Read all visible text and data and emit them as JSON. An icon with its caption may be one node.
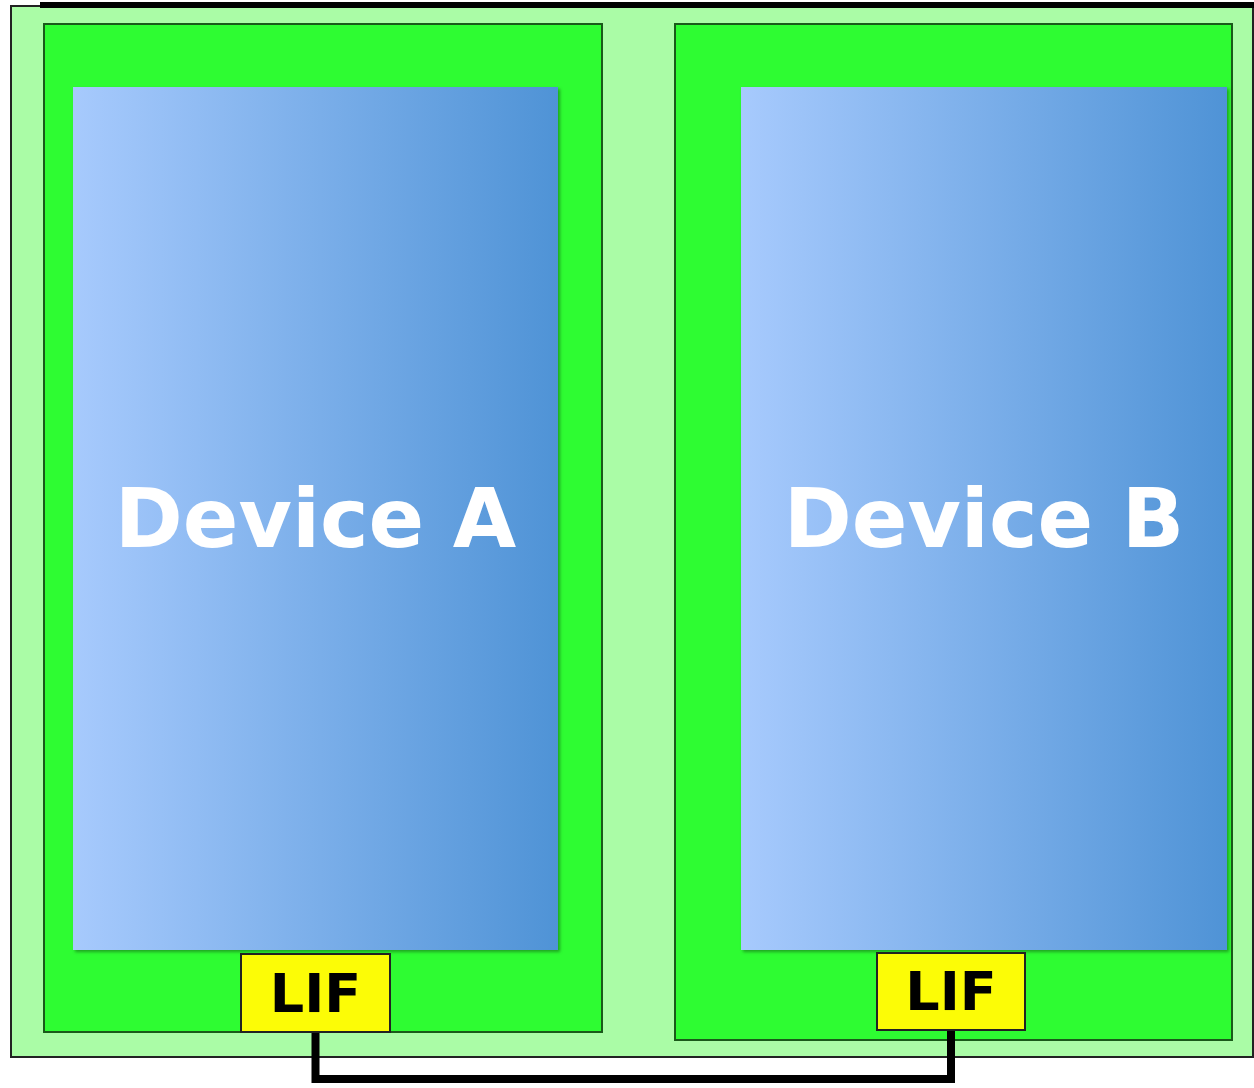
{
  "diagram": {
    "nodes": [
      {
        "text": [],
        "shape": "box"
      },
      {
        "text": [],
        "shape": "box",
        "in": 0
      },
      {
        "text": [
          "Device A"
        ],
        "in": 1
      },
      {
        "text": [
          "LIF"
        ],
        "in": 1
      },
      {
        "text": [],
        "shape": "box",
        "in": 0
      },
      {
        "text": [
          "Device B"
        ],
        "in": 4
      },
      {
        "text": [
          "LIF"
        ],
        "in": 4
      }
    ],
    "edges": [
      {
        "from": 3,
        "to": 6,
        "arrow": "none"
      }
    ]
  }
}
